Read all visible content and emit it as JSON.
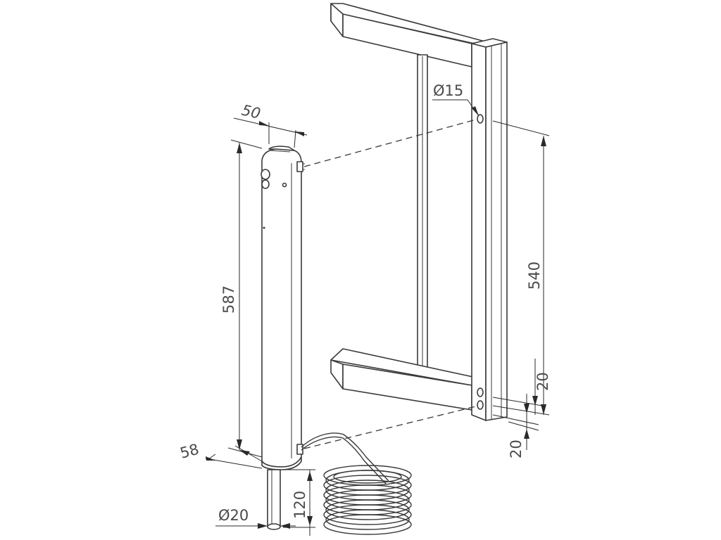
{
  "dimensions": {
    "post_width": "50",
    "post_height": "587",
    "post_depth": "58",
    "hole_diameter": "Ø15",
    "hole_spacing": "540",
    "hole_offset_top": "20",
    "hole_offset_bottom": "20",
    "pin_diameter": "Ø20",
    "pin_length": "120"
  },
  "colors": {
    "line": "#3a3a3a",
    "text": "#4a4a4a",
    "background": "#ffffff"
  }
}
